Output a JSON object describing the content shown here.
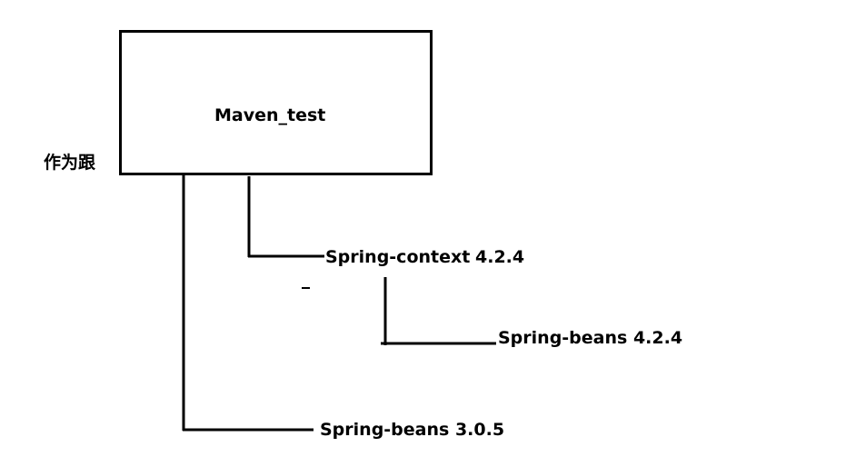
{
  "root": {
    "label": "Maven_test"
  },
  "side_note": "作为跟",
  "dependencies": [
    {
      "name": "Spring-context",
      "version": "4.2.4"
    },
    {
      "name": "Spring-beans 4.2.4"
    },
    {
      "name": "Spring-beans 3.0.5"
    }
  ]
}
